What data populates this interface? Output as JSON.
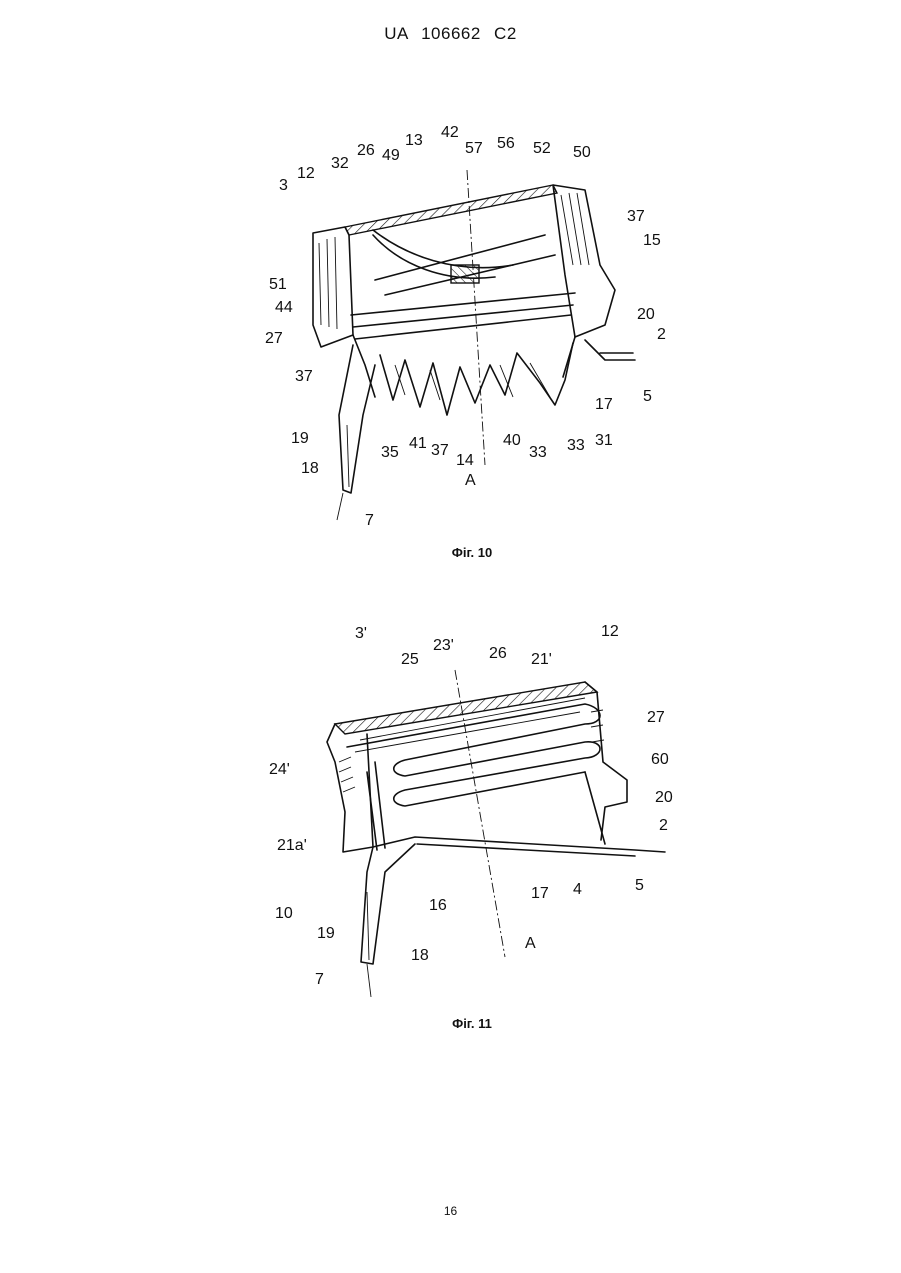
{
  "header": {
    "document_id": "UA   106662   C2"
  },
  "figures": [
    {
      "caption": "Фіг. 10",
      "labels": [
        "3",
        "12",
        "32",
        "26",
        "49",
        "13",
        "42",
        "57",
        "56",
        "52",
        "50",
        "37",
        "15",
        "51",
        "44",
        "27",
        "37",
        "20",
        "2",
        "5",
        "17",
        "19",
        "18",
        "7",
        "35",
        "41",
        "37",
        "14",
        "A",
        "40",
        "33",
        "33",
        "31"
      ]
    },
    {
      "caption": "Фіг. 11",
      "labels": [
        "3'",
        "12",
        "25",
        "23'",
        "26",
        "21'",
        "27",
        "24'",
        "60",
        "20",
        "21a'",
        "2",
        "5",
        "4",
        "17",
        "16",
        "10",
        "19",
        "18",
        "A",
        "7"
      ]
    }
  ],
  "page_number": "16"
}
